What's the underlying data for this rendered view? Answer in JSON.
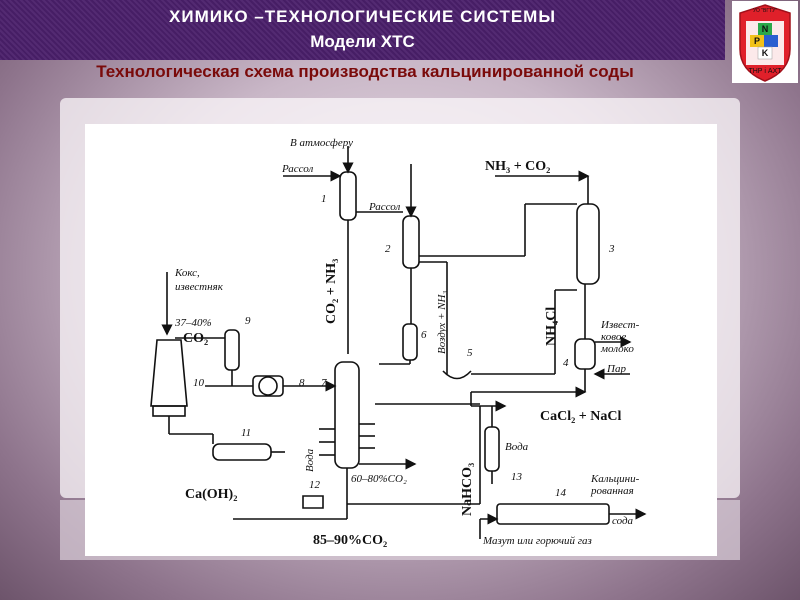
{
  "header": {
    "title_line1": "ХИМИКО –ТЕХНОЛОГИЧЕСКИЕ СИСТЕМЫ",
    "title_line2": "Модели ХТС",
    "subtitle": "Технологическая схема производства кальцинированной соды"
  },
  "logo": {
    "top_text": "УО \"ВГТУ\"",
    "letters": [
      "N",
      "P",
      "K"
    ],
    "bottom_text": "ТНР і АХТ",
    "colors": {
      "shield": "#e0202a",
      "square_n": "#2aa84a",
      "square_p": "#f2c21a",
      "square_k": "#2a5fd0"
    }
  },
  "diagram": {
    "labels": {
      "atmosphere": "В атмосферу",
      "brine_in": "Рассол",
      "brine_mid": "Рассол",
      "nh3_co2_top": "NH₃ + CO₂",
      "coke_limestone_1": "Кокс,",
      "coke_limestone_2": "известняк",
      "co2_pct": "37–40%",
      "co2": "CO₂",
      "co2_nh3": "CO₂ + NH₃",
      "air_nh3": "Воздух + NH₃",
      "nh4cl": "NH₄Cl",
      "lime_milk_1": "Извест-",
      "lime_milk_2": "ковое",
      "lime_milk_3": "молоко",
      "steam": "Пар",
      "cacl2_nacl": "CaCl₂ + NaCl",
      "water_left": "Вода",
      "water_right": "Вода",
      "co2_60_80": "60–80%CO₂",
      "nahco3": "NaHCO₃",
      "caoh2": "Ca(OH)₂",
      "soda_1": "Кальцини-",
      "soda_2": "рованная",
      "soda_3": "сода",
      "fuel": "Мазут или горючий газ",
      "co2_85_90": "85–90%CO₂"
    },
    "numbers": [
      "1",
      "2",
      "3",
      "4",
      "5",
      "6",
      "7",
      "8",
      "9",
      "10",
      "11",
      "12",
      "13",
      "14"
    ]
  }
}
